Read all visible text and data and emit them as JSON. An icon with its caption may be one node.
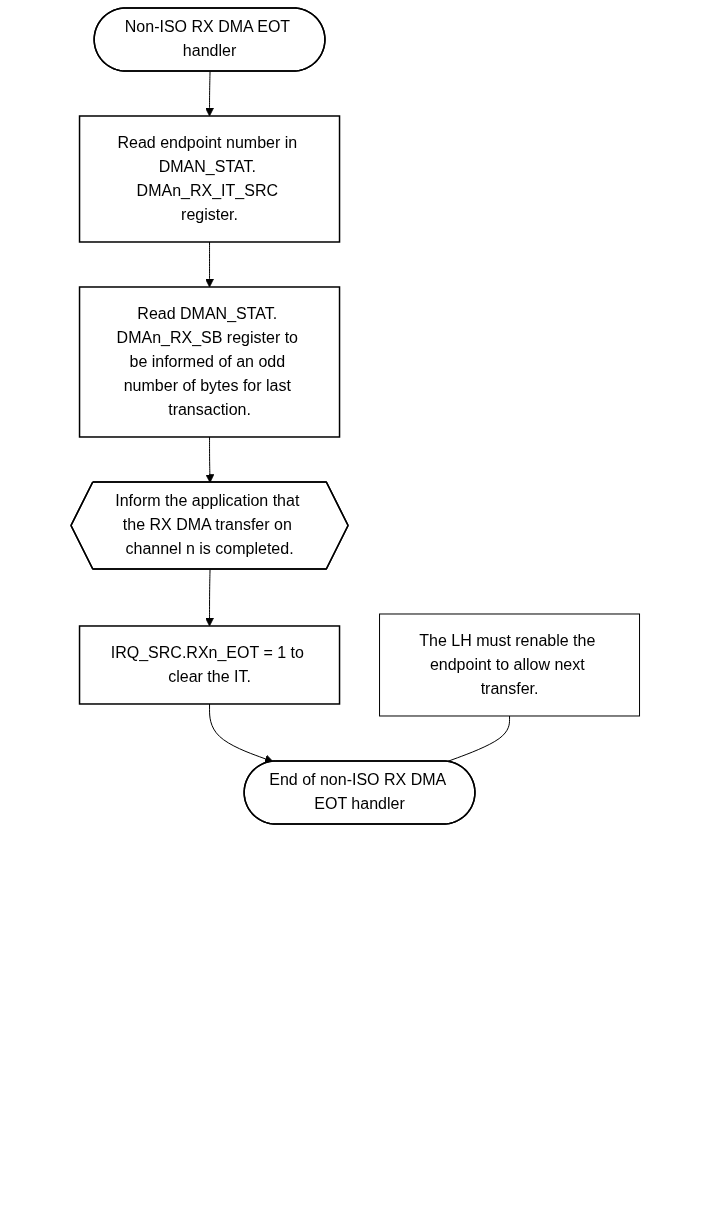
{
  "diagram": {
    "nodes": [
      {
        "text": [
          "Non-ISO RX DMA EOT handler"
        ]
      },
      {
        "text": [
          "Read endpoint number in DMAN_STAT. DMAn_RX_IT_SRC register."
        ]
      },
      {
        "text": [
          "Read DMAN_STAT. DMAn_RX_SB register to be informed of an odd number of bytes for last transaction."
        ]
      },
      {
        "text": [
          "Inform the application that the RX DMA transfer on channel n is completed."
        ]
      },
      {
        "text": [
          "IRQ_SRC.RXn_EOT = 1 to clear the IT."
        ]
      },
      {
        "text": [
          "End of non-ISO RX DMA EOT handler"
        ]
      },
      {
        "text": [
          "The LH must renable the endpoint to allow next transfer."
        ]
      }
    ],
    "edges": [
      {
        "from": 0,
        "to": 1,
        "arrow": "to"
      },
      {
        "from": 1,
        "to": 2,
        "arrow": "to"
      },
      {
        "from": 2,
        "to": 3,
        "arrow": "to"
      },
      {
        "from": 3,
        "to": 4,
        "arrow": "to"
      },
      {
        "from": 4,
        "to": 5,
        "arrow": "to"
      },
      {
        "from": 6,
        "to": 5,
        "arrow": "none"
      }
    ]
  }
}
